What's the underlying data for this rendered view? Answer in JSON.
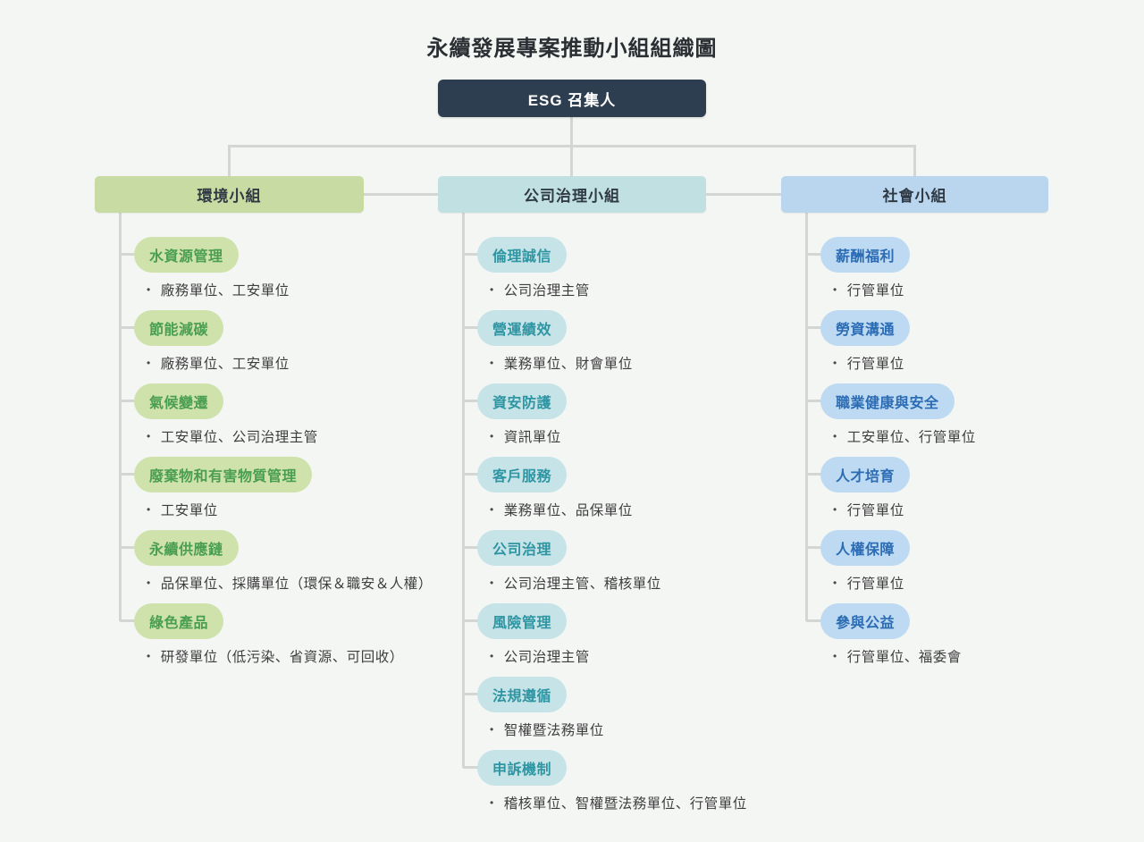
{
  "title": "永續發展專案推動小組組織圖",
  "root": {
    "label": "ESG 召集人",
    "bg_color": "#2d3e50"
  },
  "bullet": "•",
  "colors": {
    "background": "#f4f6f4",
    "connector": "#d4d6d4",
    "env_header_bg": "#c8dba2",
    "env_pill_bg": "#cfe2ab",
    "env_pill_text": "#4a9e50",
    "gov_header_bg": "#c0e0e2",
    "gov_pill_bg": "#c6e3e7",
    "gov_pill_text": "#2e95a3",
    "soc_header_bg": "#b9d6ee",
    "soc_pill_bg": "#bedaf2",
    "soc_pill_text": "#2b6cb4"
  },
  "groups": [
    {
      "label": "環境小組",
      "items": [
        {
          "label": "水資源管理",
          "members": "廠務單位、工安單位"
        },
        {
          "label": "節能減碳",
          "members": "廠務單位、工安單位"
        },
        {
          "label": "氣候變遷",
          "members": "工安單位、公司治理主管"
        },
        {
          "label": "廢棄物和有害物質管理",
          "members": "工安單位"
        },
        {
          "label": "永續供應鏈",
          "members": "品保單位、採購單位（環保＆職安＆人權）"
        },
        {
          "label": "綠色產品",
          "members": "研發單位（低污染、省資源、可回收）"
        }
      ]
    },
    {
      "label": "公司治理小組",
      "items": [
        {
          "label": "倫理誠信",
          "members": "公司治理主管"
        },
        {
          "label": "營運績效",
          "members": "業務單位、財會單位"
        },
        {
          "label": "資安防護",
          "members": "資訊單位"
        },
        {
          "label": "客戶服務",
          "members": "業務單位、品保單位"
        },
        {
          "label": "公司治理",
          "members": "公司治理主管、稽核單位"
        },
        {
          "label": "風險管理",
          "members": "公司治理主管"
        },
        {
          "label": "法規遵循",
          "members": "智權暨法務單位"
        },
        {
          "label": "申訴機制",
          "members": "稽核單位、智權暨法務單位、行管單位"
        }
      ]
    },
    {
      "label": "社會小組",
      "items": [
        {
          "label": "薪酬福利",
          "members": "行管單位"
        },
        {
          "label": "勞資溝通",
          "members": "行管單位"
        },
        {
          "label": "職業健康與安全",
          "members": "工安單位、行管單位"
        },
        {
          "label": "人才培育",
          "members": "行管單位"
        },
        {
          "label": "人權保障",
          "members": "行管單位"
        },
        {
          "label": "參與公益",
          "members": "行管單位、福委會"
        }
      ]
    }
  ]
}
